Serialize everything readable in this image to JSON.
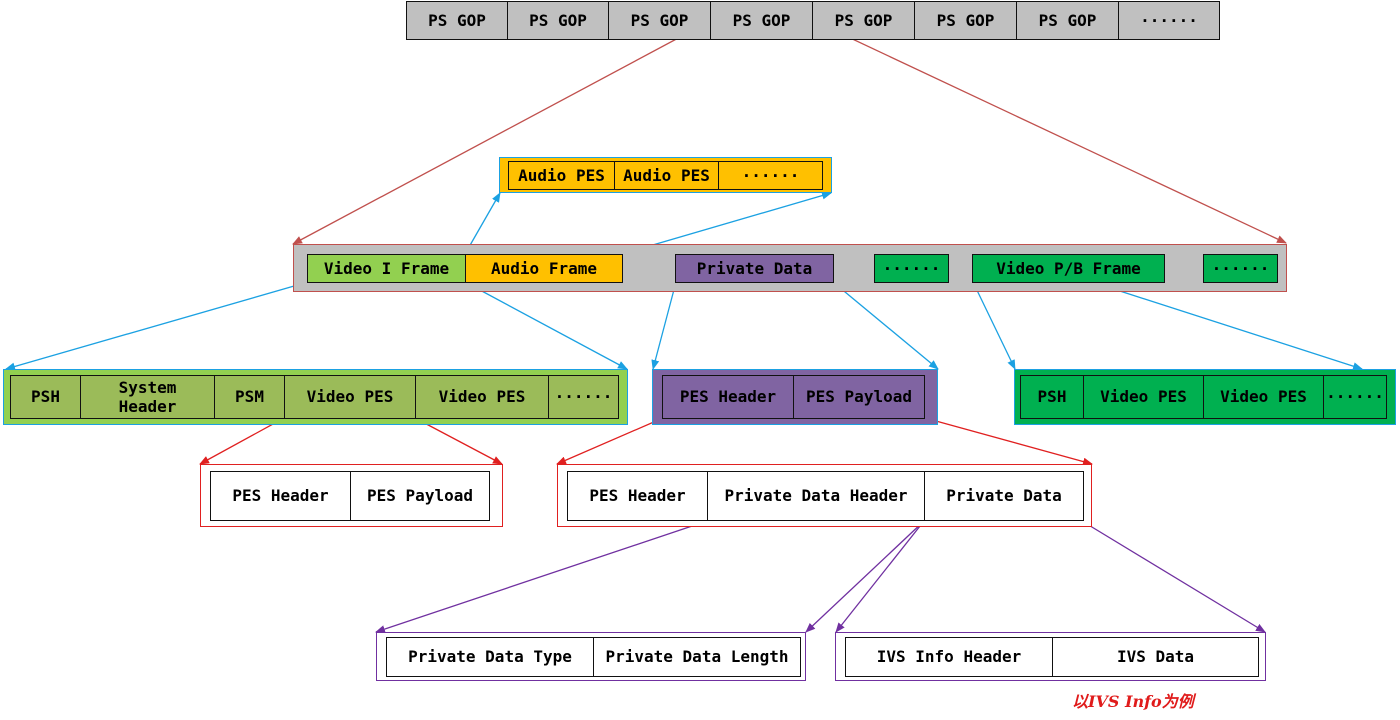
{
  "gop_row": [
    "PS GOP",
    "PS GOP",
    "PS GOP",
    "PS GOP",
    "PS GOP",
    "PS GOP",
    "PS GOP",
    "······"
  ],
  "audio_pes_row": [
    "Audio PES",
    "Audio PES",
    "······"
  ],
  "frame_row": {
    "video_i": "Video I Frame",
    "audio": "Audio Frame",
    "private": "Private Data",
    "ellipsis1": "······",
    "video_pb": "Video P/B Frame",
    "ellipsis2": "······"
  },
  "video_i_breakdown": [
    "PSH",
    "System Header",
    "PSM",
    "Video PES",
    "Video PES",
    "······"
  ],
  "private_breakdown": [
    "PES Header",
    "PES Payload"
  ],
  "video_pb_breakdown": [
    "PSH",
    "Video PES",
    "Video PES",
    "······"
  ],
  "video_pes_breakdown": [
    "PES Header",
    "PES Payload"
  ],
  "private_payload_breakdown": [
    "PES Header",
    "Private Data Header",
    "Private Data"
  ],
  "private_header_breakdown": [
    "Private Data Type",
    "Private Data Length"
  ],
  "private_data_breakdown": [
    "IVS Info Header",
    "IVS Data"
  ],
  "note": "以IVS Info为例",
  "colors": {
    "gray": "#c0c0c0",
    "gold": "#ffc000",
    "light_green": "#92d050",
    "olive": "#9bbb59",
    "purple": "#8064a2",
    "green": "#00b050",
    "line_brown": "#c0504d",
    "line_blue": "#1ba1e2",
    "line_red": "#e02020",
    "line_purple": "#7030a0"
  }
}
